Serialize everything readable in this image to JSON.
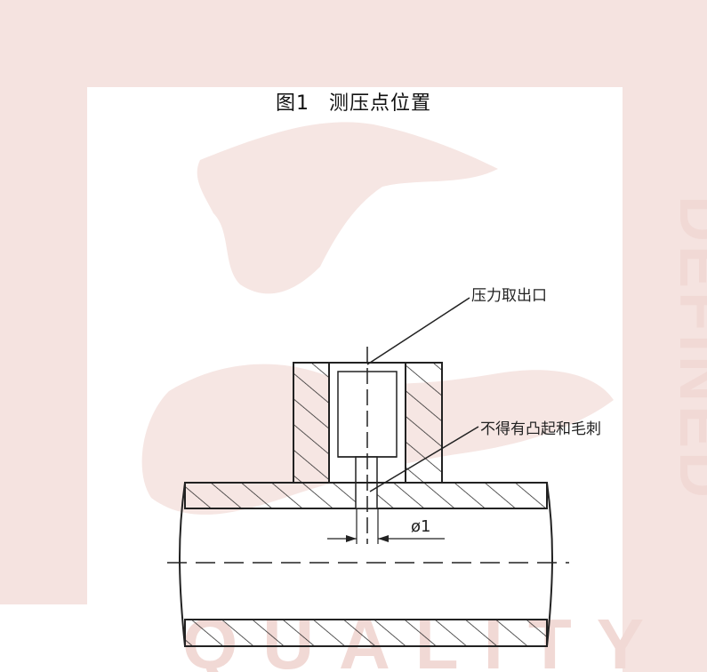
{
  "figure": {
    "number": "图1",
    "title": "测压点位置"
  },
  "callouts": {
    "pressure_outlet": "压力取出口",
    "no_burr": "不得有凸起和毛刺"
  },
  "dimension": {
    "diameter": "ø1"
  },
  "watermark": {
    "side_text": "DEFINED",
    "bottom_text": "QUALITY",
    "color": "#f3dedb"
  },
  "colors": {
    "line": "#222222",
    "watermark": "#f3dedb"
  }
}
